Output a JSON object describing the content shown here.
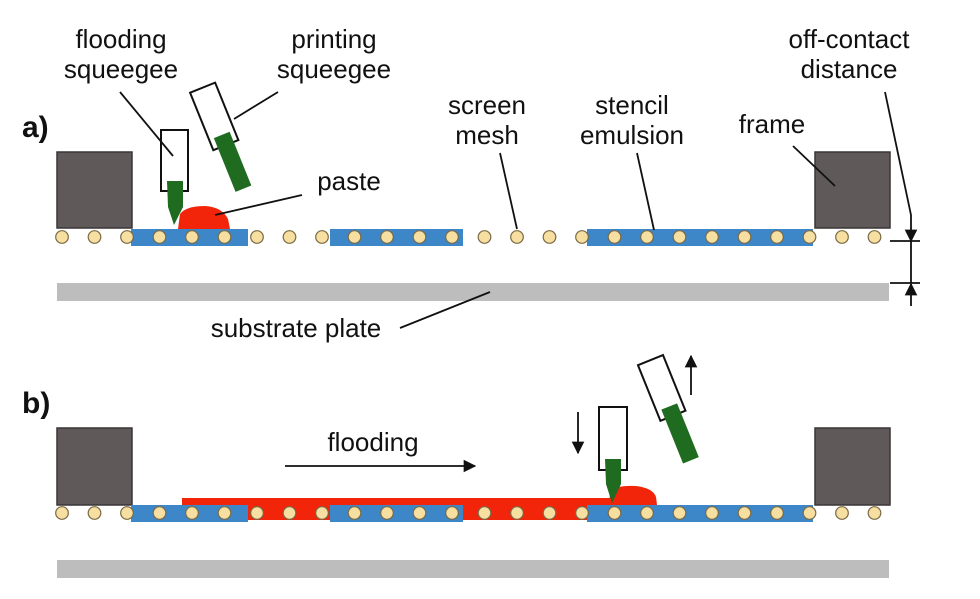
{
  "panels": {
    "a": "a)",
    "b": "b)"
  },
  "labels": {
    "flooding_squeegee_1": "flooding",
    "flooding_squeegee_2": "squeegee",
    "printing_squeegee_1": "printing",
    "printing_squeegee_2": "squeegee",
    "paste": "paste",
    "screen_mesh_1": "screen",
    "screen_mesh_2": "mesh",
    "stencil_emulsion_1": "stencil",
    "stencil_emulsion_2": "emulsion",
    "frame": "frame",
    "off_contact_1": "off-contact",
    "off_contact_2": "distance",
    "substrate_plate": "substrate plate",
    "flooding": "flooding"
  },
  "colors": {
    "frame": "#5f595a",
    "frame_stroke": "#3a3536",
    "mesh_bead": "#f7dfa1",
    "mesh_bead_stroke": "#7a6a45",
    "stencil": "#3d87c9",
    "paste": "#f2250a",
    "squeegee_blade": "#1f6b1f",
    "squeegee_holder": "#ffffff",
    "substrate": "#bdbdbd",
    "line": "#111111"
  }
}
